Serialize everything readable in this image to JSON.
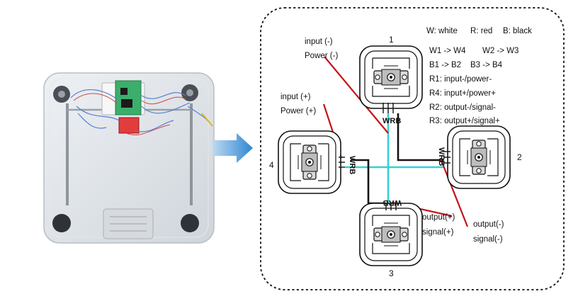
{
  "legend": {
    "colors": [
      "W: white",
      "R: red",
      "B: black"
    ],
    "connections_row1": [
      "W1 -> W4",
      "W2 -> W3"
    ],
    "connections_row2": [
      "B1 -> B2",
      "B3 -> B4"
    ],
    "roles": [
      "R1: input-/power-",
      "R4: input+/power+",
      "R2: output-/signal-",
      "R3: output+/signal+"
    ]
  },
  "cells": {
    "c1": {
      "number": "1",
      "wire_code": "WRB"
    },
    "c2": {
      "number": "2",
      "wire_code": "WRB"
    },
    "c3": {
      "number": "3",
      "wire_code": "WRB"
    },
    "c4": {
      "number": "4",
      "wire_code": "WRB"
    }
  },
  "labels": {
    "input_minus": "input (-)",
    "power_minus": "Power (-)",
    "input_plus": "input (+)",
    "power_plus": "Power (+)",
    "output_plus": "output(+)",
    "signal_plus": "signal(+)",
    "output_minus": "output(-)",
    "signal_minus": "signal(-)"
  },
  "colors": {
    "white_wire": "#36d0d6",
    "red_wire": "#c4141b",
    "black_wire": "#141414",
    "arrow": "#3a8fd6",
    "dashed_frame": "#222222"
  },
  "icons": [
    "bathroom-scale-photo",
    "right-arrow-icon",
    "load-cell-icon"
  ]
}
